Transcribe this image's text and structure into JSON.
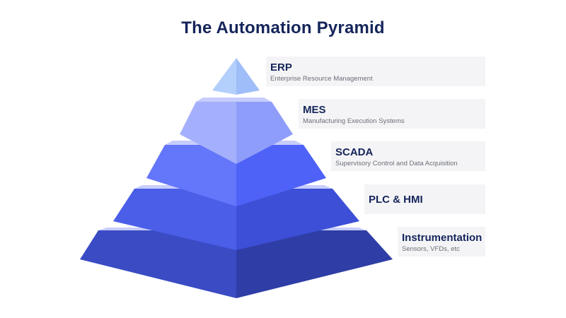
{
  "title": "The Automation Pyramid",
  "levels": [
    {
      "name": "ERP",
      "description": "Enterprise Resource Management",
      "color": "#a9c7fb"
    },
    {
      "name": "MES",
      "description": "Manufacturing Execution Systems",
      "color": "#9aa8fb"
    },
    {
      "name": "SCADA",
      "description": "Supervisory Control and Data Acquisition",
      "color": "#5c6ff8"
    },
    {
      "name": "PLC & HMI",
      "description": "",
      "color": "#4357e6"
    },
    {
      "name": "Instrumentation",
      "description": "Sensors, VFDs, etc",
      "color": "#3544b4"
    }
  ],
  "colors": {
    "title": "#15255a",
    "description": "#6b6f78",
    "label_background": "#f4f4f6",
    "tier_top": "#c7cdfb"
  }
}
